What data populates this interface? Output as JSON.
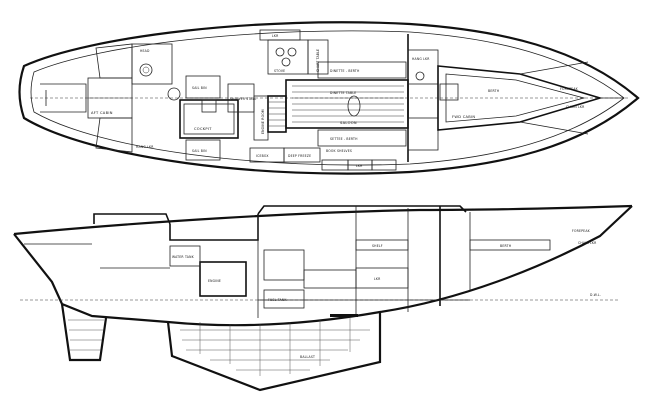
{
  "plan_view": {
    "labels": {
      "aft_cabin": "AFT CABIN",
      "hanging_locker_aft": "HANG LKR",
      "sail_bin": "SAIL BIN",
      "shower_stall": "SHOWER STALL",
      "head": "HEAD",
      "cockpit": "COCKPIT",
      "engine_room": "ENGINE ROOM",
      "galley_stove": "STOVE",
      "dinette_berth": "DINETTE - BERTH",
      "dinette_table": "DINETTE TABLE",
      "saloon": "SALOON",
      "settee_berth": "SETTEE - BERTH",
      "book_shelves": "BOOK SHELVES",
      "fwd_cabin": "FWD CABIN",
      "berth": "BERTH",
      "forepeak": "FOREPEAK",
      "chain_locker": "CHAIN LKR",
      "locker": "LKR",
      "deep_freeze": "DEEP FREEZE",
      "chart_table": "CHART TABLE",
      "icebox": "ICEBOX",
      "hanging_locker": "HANG LKR"
    }
  },
  "profile_view": {
    "labels": {
      "water_tank": "WATER TANK",
      "fuel_tank": "FUEL TANK",
      "engine": "ENGINE",
      "shelf": "SHELF",
      "berth": "BERTH",
      "forepeak": "FOREPEAK",
      "chain_locker": "CHAIN LKR",
      "locker": "LKR",
      "ballast": "BALLAST",
      "waterline": "D.W.L."
    }
  }
}
